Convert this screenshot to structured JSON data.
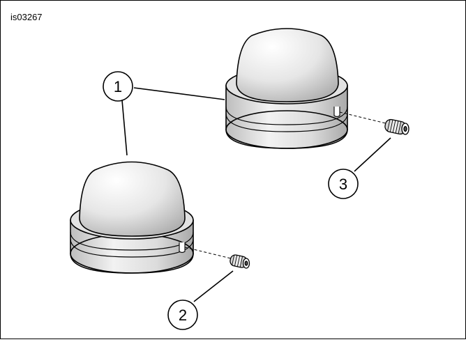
{
  "figure_id": "is03267",
  "callouts": [
    {
      "number": "1"
    },
    {
      "number": "2"
    },
    {
      "number": "3"
    }
  ],
  "colors": {
    "outline": "#000000",
    "cap_light": "#f4f4f4",
    "cap_mid": "#d4d4d4",
    "cap_shadow": "#a8a8a8"
  }
}
